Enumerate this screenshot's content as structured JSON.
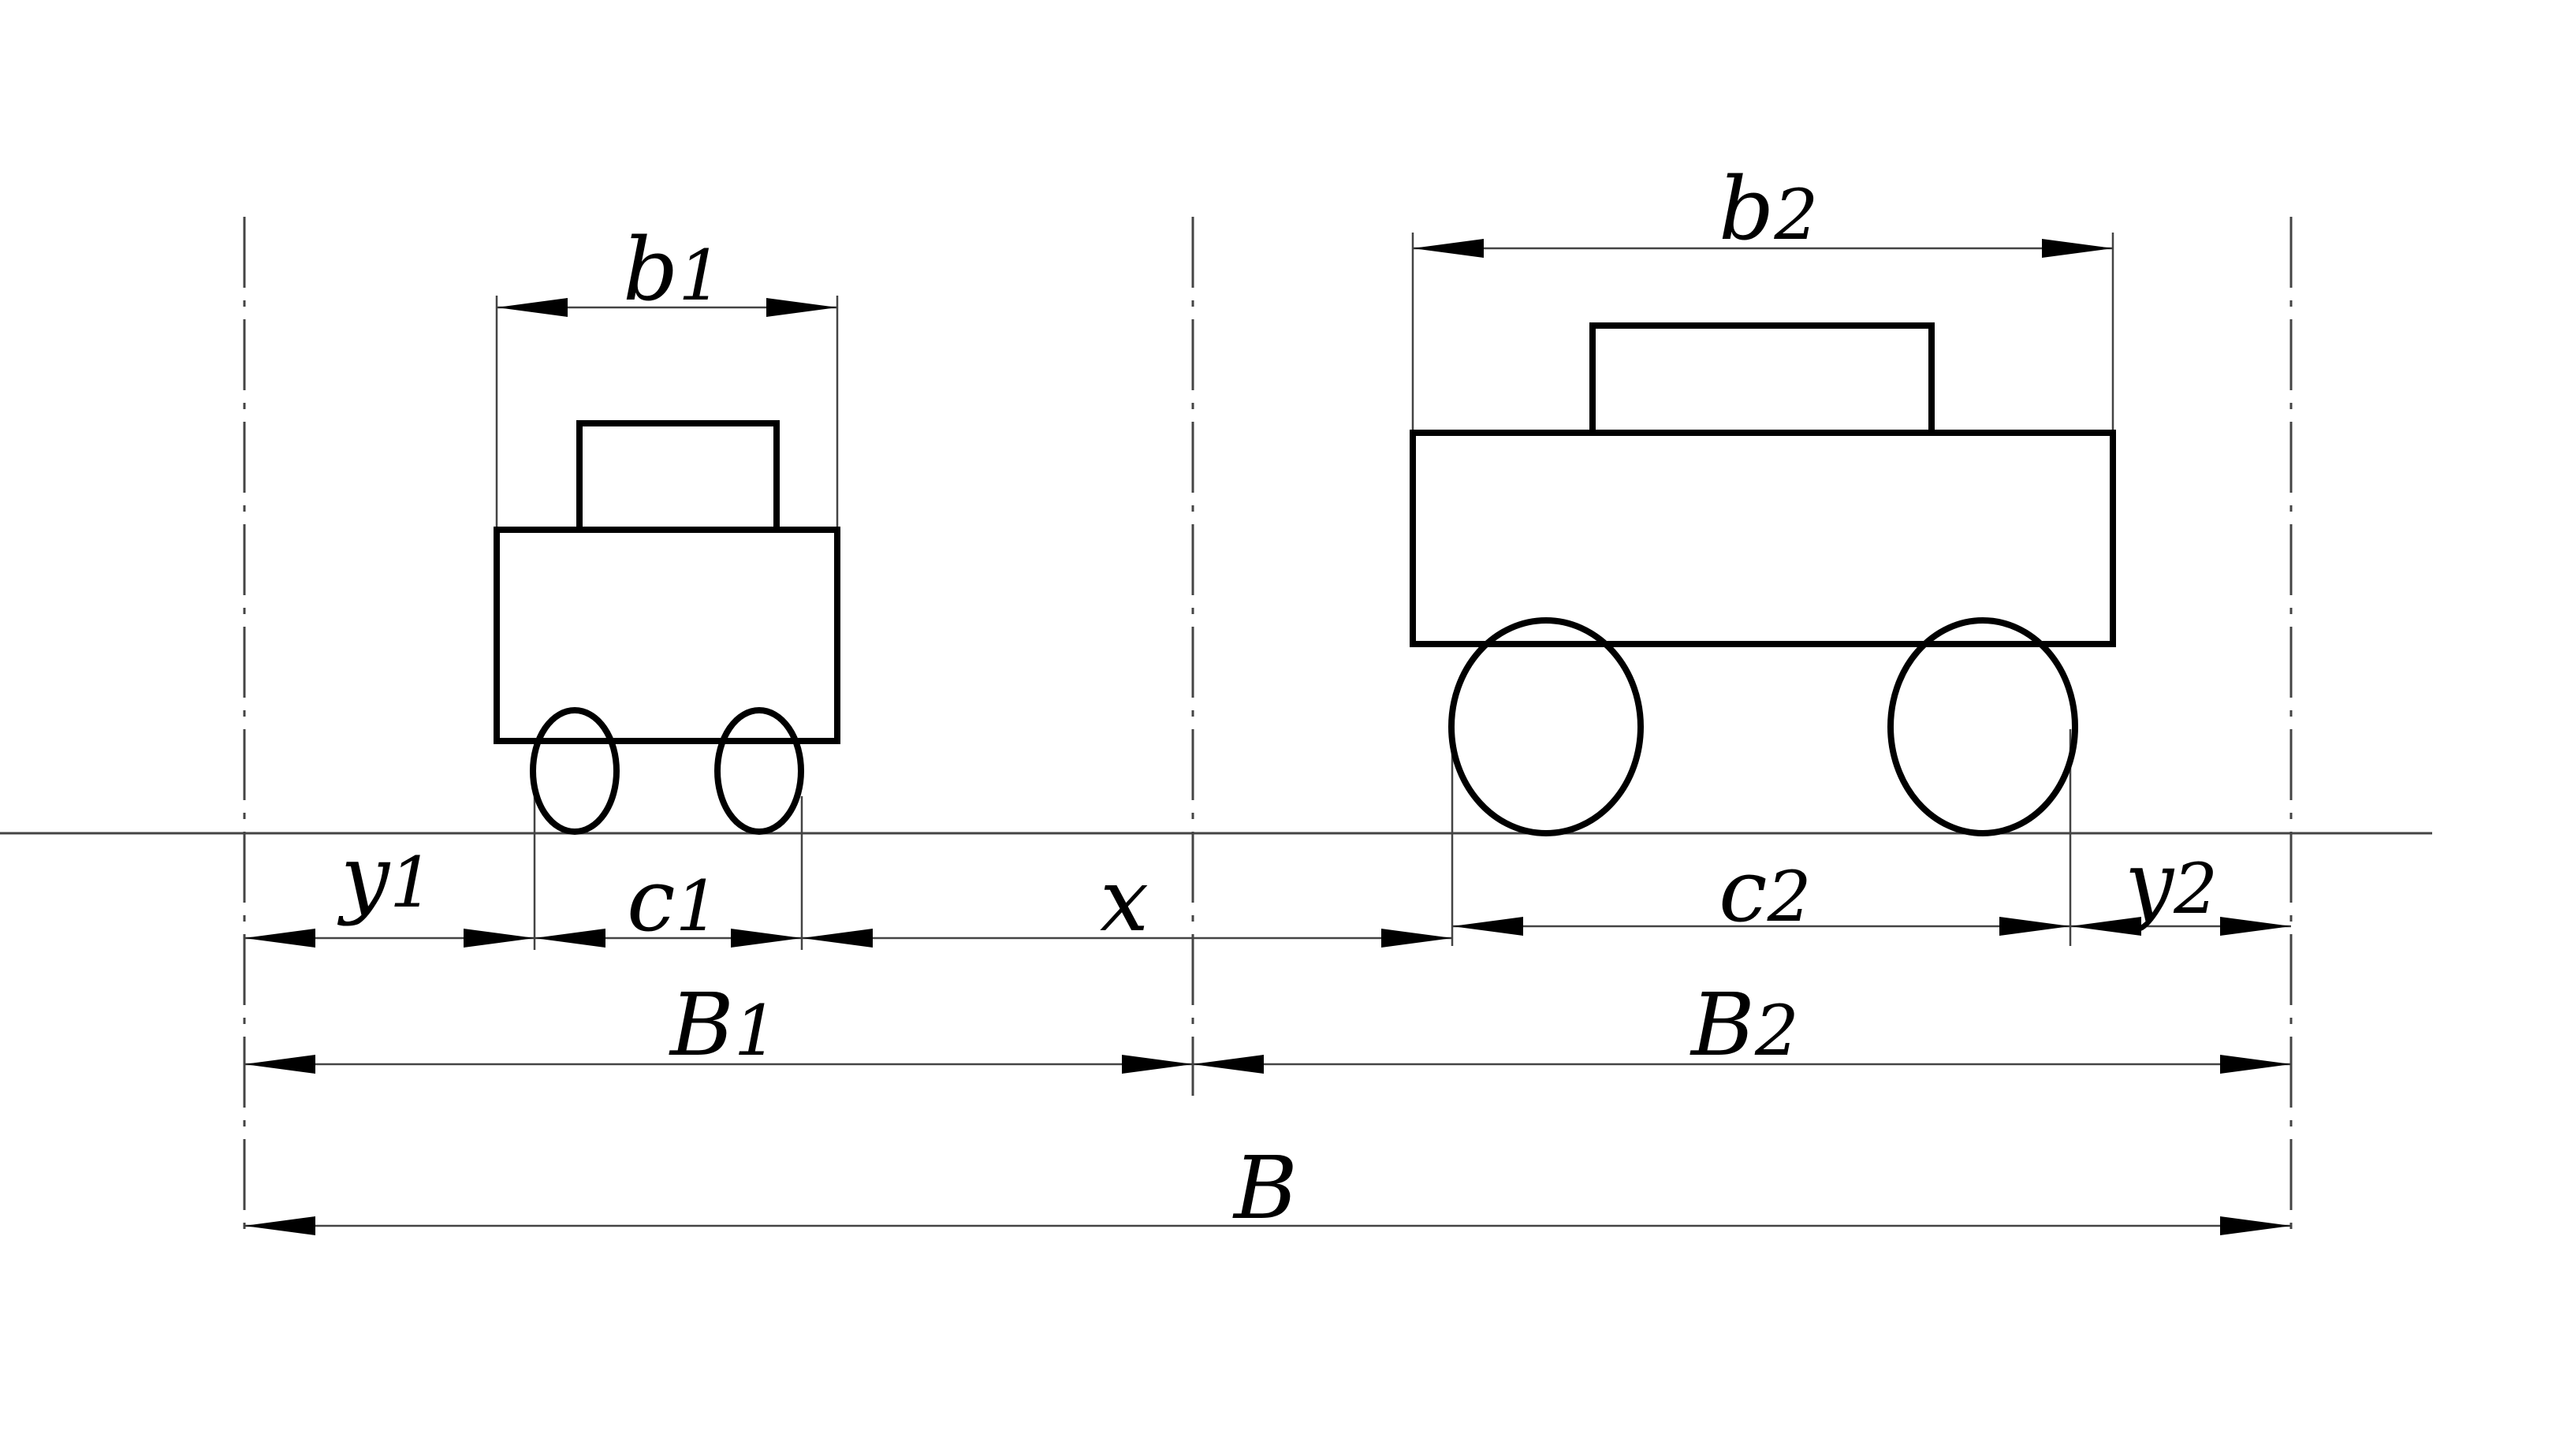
{
  "colors": {
    "stroke": "#000000",
    "background": "#ffffff",
    "thin_line": "#444444"
  },
  "labels": {
    "b1": {
      "main": "b",
      "sub": "1"
    },
    "b2": {
      "main": "b",
      "sub": "2"
    },
    "y1": {
      "main": "y",
      "sub": "1"
    },
    "c1": {
      "main": "c",
      "sub": "1"
    },
    "x": {
      "main": "x",
      "sub": ""
    },
    "c2": {
      "main": "c",
      "sub": "2"
    },
    "y2": {
      "main": "y",
      "sub": "2"
    },
    "B1": {
      "main": "B",
      "sub": "1"
    },
    "B2": {
      "main": "B",
      "sub": "2"
    },
    "B": {
      "main": "B",
      "sub": ""
    }
  }
}
